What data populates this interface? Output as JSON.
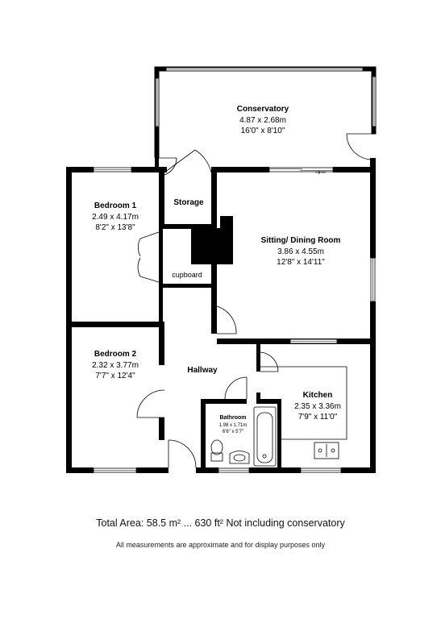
{
  "rooms": {
    "conservatory": {
      "name": "Conservatory",
      "metric": "4.87 x 2.68m",
      "imperial": "16'0\" x 8'10\""
    },
    "bedroom1": {
      "name": "Bedroom 1",
      "metric": "2.49 x 4.17m",
      "imperial": "8'2\" x 13'8\""
    },
    "storage": {
      "name": "Storage"
    },
    "cupboard": {
      "name": "cupboard"
    },
    "sitting": {
      "name": "Sitting/ Dining Room",
      "metric": "3.86 x 4.55m",
      "imperial": "12'8\" x 14'11\""
    },
    "bedroom2": {
      "name": "Bedroom 2",
      "metric": "2.32 x 3.77m",
      "imperial": "7'7\" x 12'4\""
    },
    "hallway": {
      "name": "Hallway"
    },
    "kitchen": {
      "name": "Kitchen",
      "metric": "2.35 x 3.36m",
      "imperial": "7'9\" x 11'0\""
    },
    "bathroom": {
      "name": "Bathroom",
      "metric": "1.98 x 1.71m",
      "imperial": "6'6\" x 5'7\""
    }
  },
  "footer": {
    "total_area": "Total Area: 58.5 m² ... 630 ft² Not including conservatory",
    "disclaimer": "All measurements are approximate and for display purposes only"
  }
}
